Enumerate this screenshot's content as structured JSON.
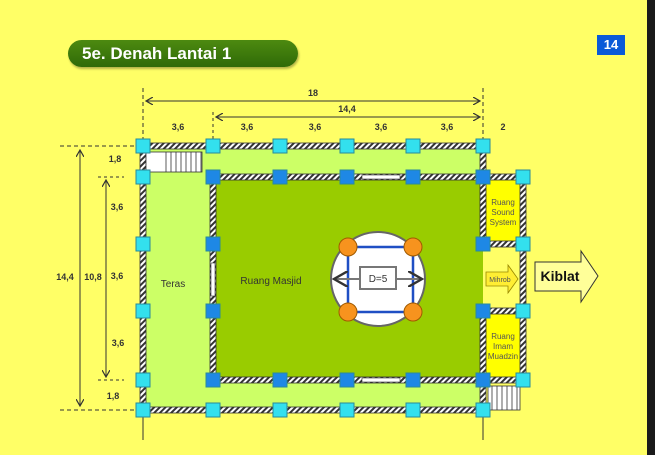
{
  "slide": {
    "title": "5e. Denah Lantai 1",
    "page_number": "14"
  },
  "dimensions": {
    "top_total": "18",
    "top_inner": "14,4",
    "top_bays": [
      "3,6",
      "3,6",
      "3,6",
      "3,6",
      "3,6"
    ],
    "top_right": "2",
    "left_total": "14,4",
    "left_inner": "10,8",
    "left_top": "1,8",
    "left_bays": [
      "3,6",
      "3,6",
      "3,6"
    ],
    "left_bottom": "1,8"
  },
  "rooms": {
    "teras": "Teras",
    "ruang_masjid": "Ruang Masjid",
    "dome": "D=5",
    "sound": [
      "Ruang",
      "Sound",
      "System"
    ],
    "mihrob": "Mihrob",
    "imam": [
      "Ruang",
      "Imam",
      "Muadzin"
    ]
  },
  "kiblat": "Kiblat",
  "colors": {
    "background": "#ffff66",
    "teras": "#ccff66",
    "masjid": "#99cc00",
    "outer_column": "#33e0ee",
    "inner_column": "#1e88e5",
    "dome_column": "#f7931e"
  }
}
